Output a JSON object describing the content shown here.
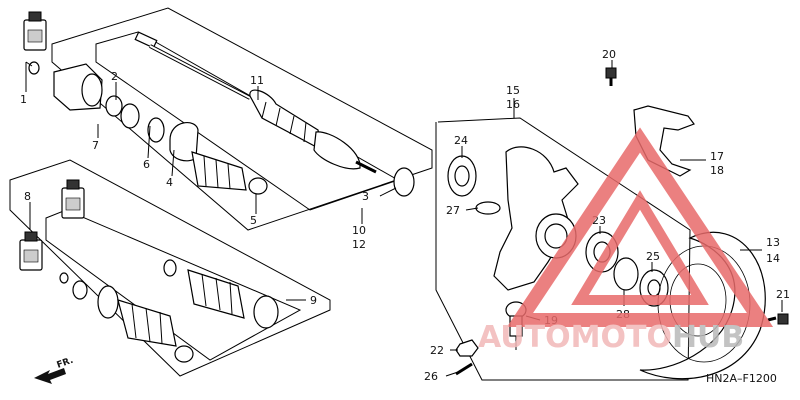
{
  "diagram": {
    "code": "HN2A–F1200",
    "direction_label": "FR.",
    "watermark": {
      "text_a": "AUTOMOTO",
      "text_b": "HUB",
      "color_a": "#f2b8b8",
      "color_b": "#b9b9b9",
      "triangle_color": "#e86a6a"
    },
    "callouts": [
      "1",
      "2",
      "3",
      "4",
      "5",
      "6",
      "7",
      "8",
      "9",
      "10",
      "11",
      "12",
      "13",
      "14",
      "15",
      "16",
      "17",
      "18",
      "19",
      "20",
      "21",
      "22",
      "23",
      "24",
      "25",
      "26",
      "27",
      "28"
    ]
  }
}
